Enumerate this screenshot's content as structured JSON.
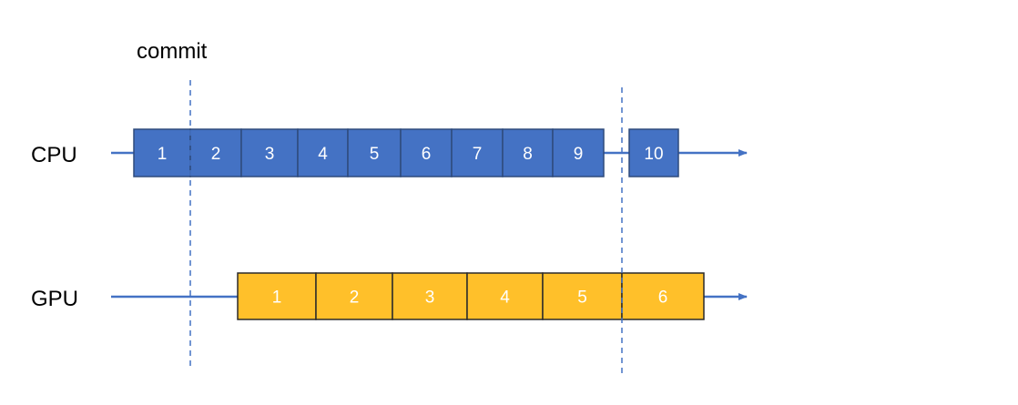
{
  "commit_label": "commit",
  "colors": {
    "cpu_fill": "#4472C4",
    "cpu_stroke": "#2F4B7C",
    "gpu_fill": "#FFC02A",
    "gpu_stroke": "#2B2B2B",
    "line": "#4472C4",
    "text_dark": "#000000",
    "text_light": "#FFFFFF"
  },
  "tracks": [
    {
      "label": "CPU",
      "blocks": [
        "1",
        "2",
        "3",
        "4",
        "5",
        "6",
        "7",
        "8",
        "9",
        "10"
      ]
    },
    {
      "label": "GPU",
      "blocks": [
        "1",
        "2",
        "3",
        "4",
        "5",
        "6"
      ]
    }
  ]
}
